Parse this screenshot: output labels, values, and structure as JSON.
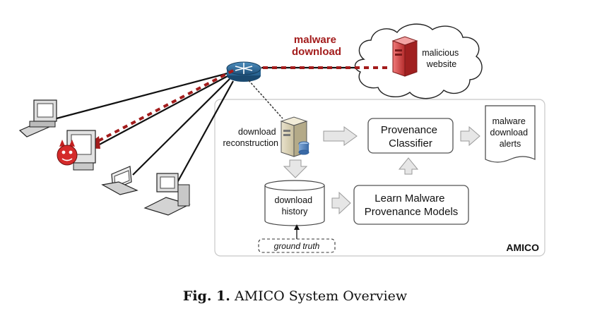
{
  "labels": {
    "malware_download_line1": "malware",
    "malware_download_line2": "download",
    "malicious_website_line1": "malicious",
    "malicious_website_line2": "website",
    "download_reconstruction_line1": "download",
    "download_reconstruction_line2": "reconstruction",
    "provenance_classifier_line1": "Provenance",
    "provenance_classifier_line2": "Classifier",
    "malware_alerts_line1": "malware",
    "malware_alerts_line2": "download",
    "malware_alerts_line3": "alerts",
    "download_history_line1": "download",
    "download_history_line2": "history",
    "learn_models_line1": "Learn Malware",
    "learn_models_line2": "Provenance Models",
    "ground_truth": "ground truth",
    "amico": "AMICO"
  },
  "caption": {
    "prefix": "Fig. 1.",
    "text": "AMICO System Overview"
  },
  "colors": {
    "malware_red": "#a31c1c",
    "box_border": "#555555",
    "arrow_fill": "#e6e6e6",
    "arrow_stroke": "#9a9a9a"
  }
}
